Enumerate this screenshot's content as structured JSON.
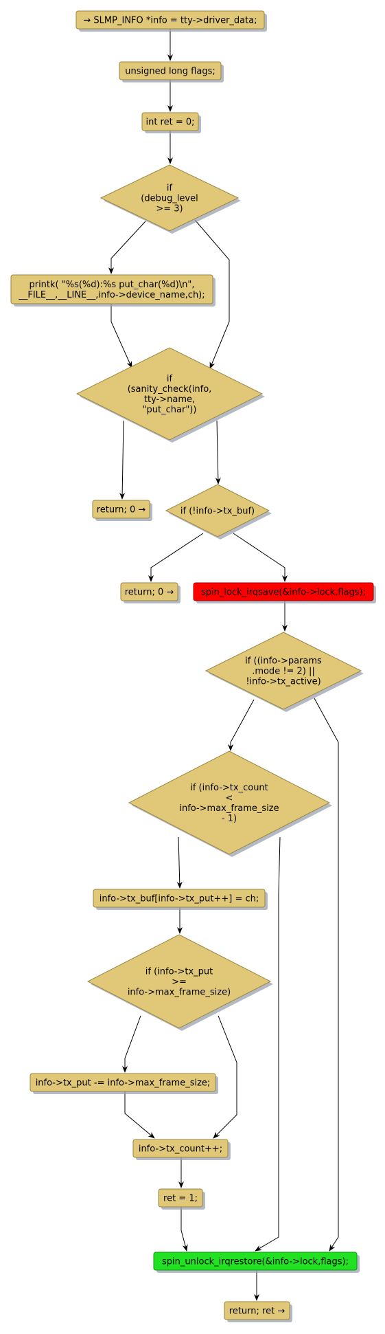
{
  "nodes": {
    "n_info": "→ SLMP_INFO *info = tty->driver_data;",
    "n_flags": "unsigned long flags;",
    "n_ret0": "int ret = 0;",
    "d_debug": [
      "if",
      "(debug_level",
      ">= 3)"
    ],
    "n_printk": [
      "printk( \"%s(%d):%s put_char(%d)\\n\",",
      "__FILE__,__LINE__,info->device_name,ch);"
    ],
    "d_sanity": [
      "if",
      "(sanity_check(info,",
      "tty->name,",
      "\"put_char\"))"
    ],
    "n_return1": "return; 0 →",
    "d_txbuf": [
      "if (!info->tx_buf)"
    ],
    "n_return2": "return; 0 →",
    "n_spinlock": "spin_lock_irqsave(&info->lock,flags);",
    "d_mode": [
      "if ((info->params",
      ".mode != 2) ||",
      "!info->tx_active)"
    ],
    "d_count": [
      "if (info->tx_count",
      "<",
      "info->max_frame_size",
      "- 1)"
    ],
    "n_buf": "info->tx_buf[info->tx_put++] = ch;",
    "d_put": [
      "if (info->tx_put",
      ">=",
      "info->max_frame_size)"
    ],
    "n_sub": "info->tx_put -= info->max_frame_size;",
    "n_inc": "info->tx_count++;",
    "n_ret1": "ret = 1;",
    "n_unlock": "spin_unlock_irqrestore(&info->lock,flags);",
    "n_retret": "return; ret →"
  },
  "colors": {
    "node_fill": "#e0c878",
    "highlight_lock": "#ff0000",
    "highlight_unlock": "#22e022"
  }
}
